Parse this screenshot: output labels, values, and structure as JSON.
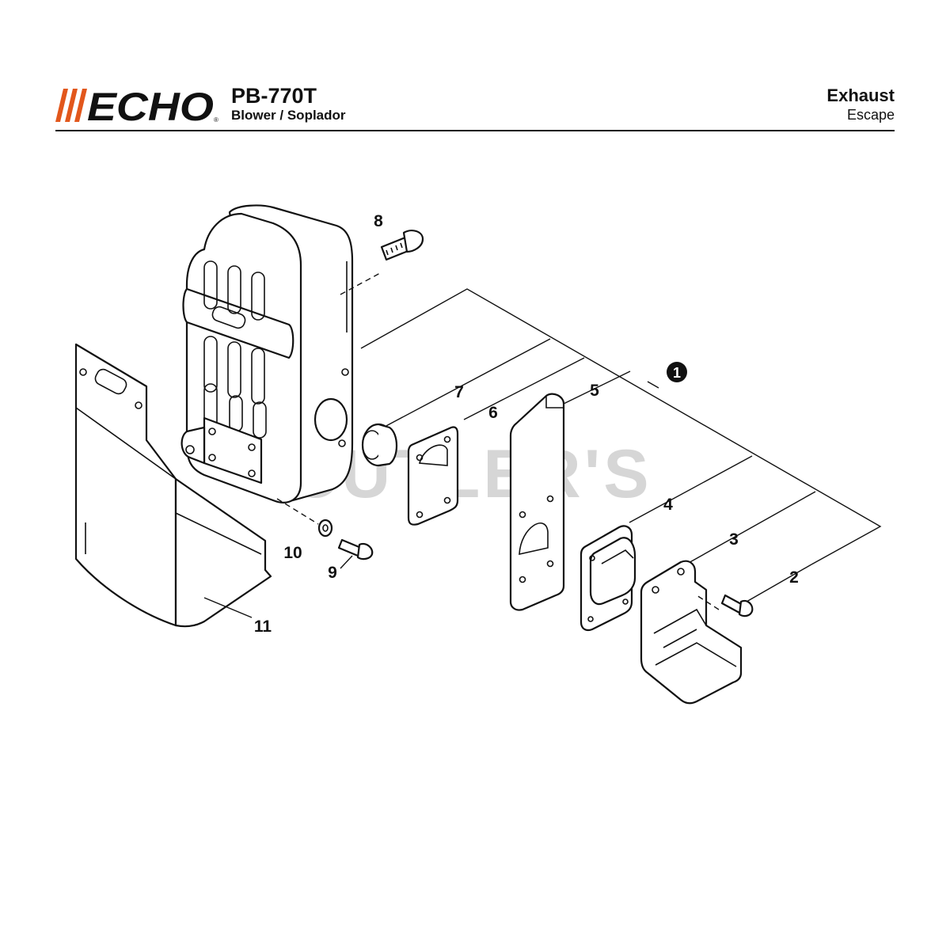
{
  "brand": {
    "name": "ECHO",
    "accent_color": "#e2571c"
  },
  "header": {
    "model": "PB-770T",
    "subtitle": "Blower / Soplador",
    "section_title": "Exhaust",
    "section_subtitle": "Escape"
  },
  "watermark": "CUTLER'S",
  "callouts": {
    "assembly": "1",
    "p2": "2",
    "p3": "3",
    "p4": "4",
    "p5": "5",
    "p6": "6",
    "p7": "7",
    "p8": "8",
    "p9": "9",
    "p10": "10",
    "p11": "11"
  }
}
